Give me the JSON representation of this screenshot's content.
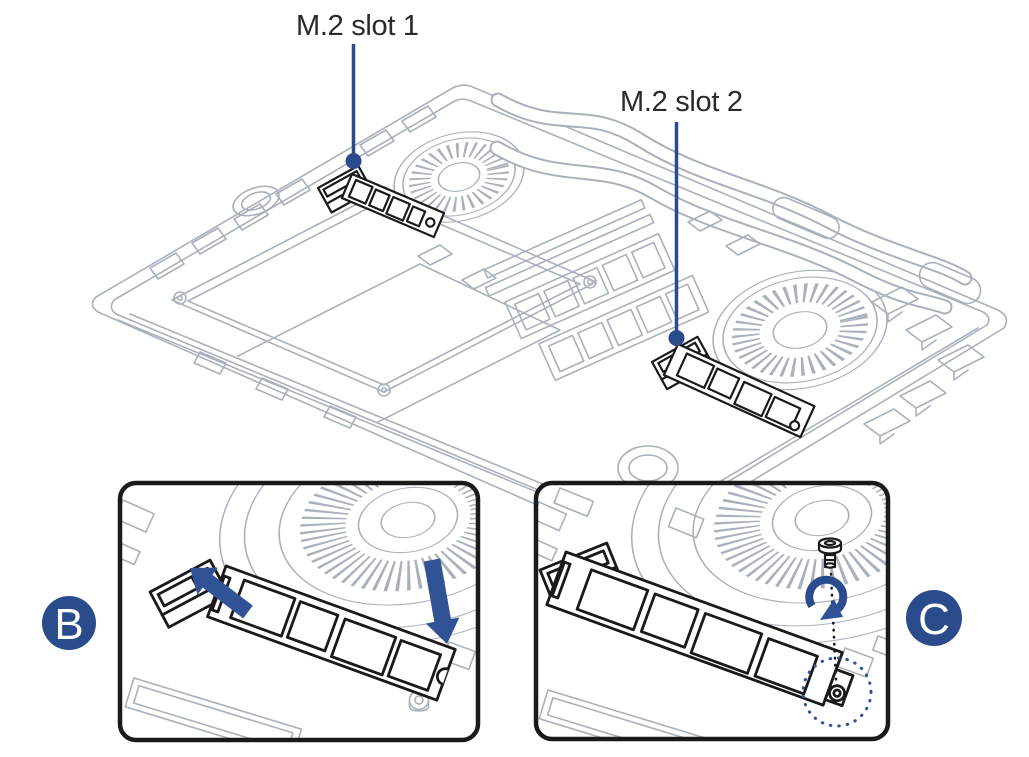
{
  "illustration": {
    "title": "laptop-internal-m2-ssd-installation",
    "callouts": [
      {
        "id": "m2-slot-1",
        "label": "M.2 slot 1"
      },
      {
        "id": "m2-slot-2",
        "label": "M.2 slot 2"
      }
    ],
    "insets": [
      {
        "id": "step-b",
        "letter": "B"
      },
      {
        "id": "step-c",
        "letter": "C"
      }
    ]
  },
  "icons": {
    "insert_arrow": "➔",
    "press_down_arrow": "⬇",
    "rotate_clockwise_arrow": "↻",
    "screw": "⊙",
    "screw_target_circle": "◌"
  },
  "colors": {
    "accent_navy": "#2b4c8c",
    "arrow_blue": "#305395",
    "line_gray": "#a9b1bc",
    "outline_ink": "#1a1a1a",
    "text_ink": "#2a2a2a",
    "background": "#ffffff"
  }
}
